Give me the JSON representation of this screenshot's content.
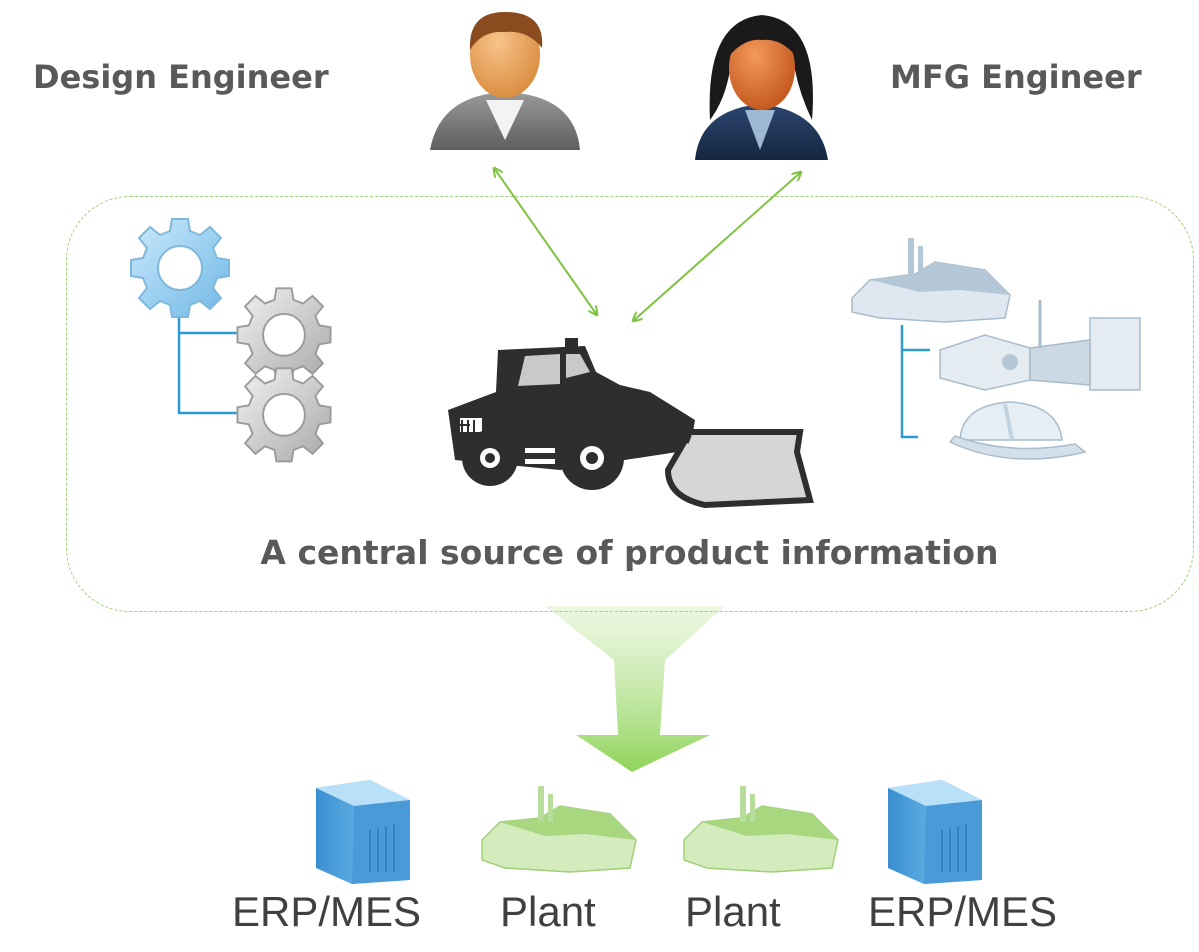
{
  "roles": {
    "design_engineer": "Design Engineer",
    "mfg_engineer": "MFG Engineer"
  },
  "central": {
    "caption": "A central source of product information"
  },
  "bottom": {
    "items": [
      "ERP/MES",
      "Plant",
      "Plant",
      "ERP/MES"
    ]
  },
  "colors": {
    "arrow_green": "#7fc241",
    "box_border": "#9fd07a",
    "text_gray": "#595959",
    "tree_blue": "#2b9bd6"
  },
  "icons": [
    "person-male-icon",
    "person-female-icon",
    "gear-tree-icon",
    "tractor-icon",
    "factory-tree-icon",
    "server-icon",
    "plant-icon"
  ]
}
